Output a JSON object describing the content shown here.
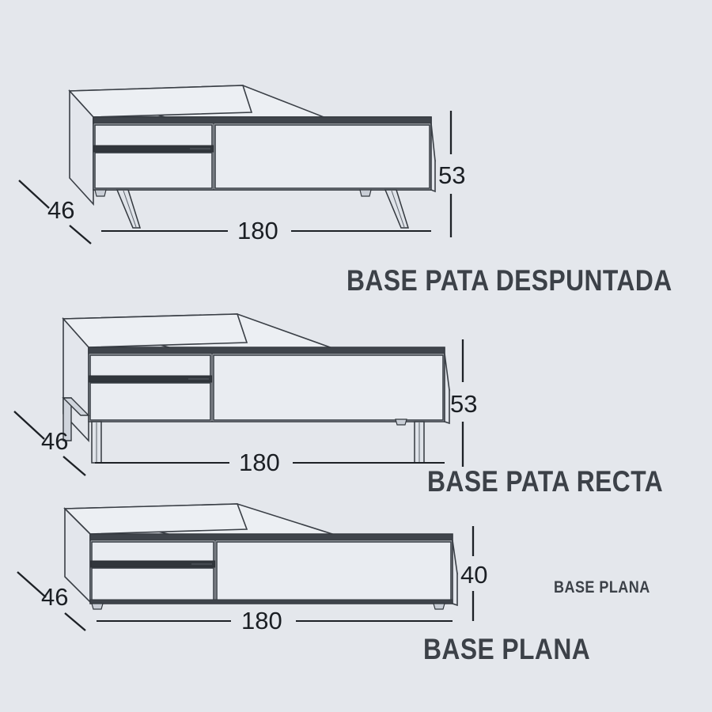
{
  "page": {
    "background_color": "#e4e7ec",
    "line_color": "#3a3f46",
    "text_color": "#3c4148",
    "accent_dark": "#3f444b"
  },
  "diagrams": [
    {
      "id": "base-pata-despuntada",
      "caption": "BASE PATA DESPUNTADA",
      "leg_style": "tapered-angled",
      "dimensions": {
        "width": "180",
        "height": "53",
        "depth": "46"
      }
    },
    {
      "id": "base-pata-recta",
      "caption": "BASE PATA RECTA",
      "leg_style": "straight",
      "dimensions": {
        "width": "180",
        "height": "53",
        "depth": "46"
      }
    },
    {
      "id": "base-plana",
      "caption": "BASE PLANA",
      "caption_secondary": "BASE PLANA",
      "leg_style": "plinth",
      "dimensions": {
        "width": "180",
        "height": "40",
        "depth": "46"
      }
    }
  ]
}
